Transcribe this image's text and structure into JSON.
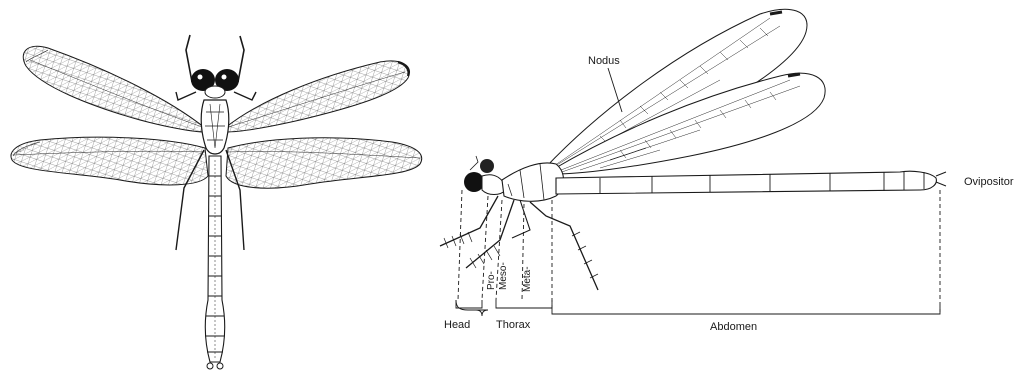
{
  "labels": {
    "nodus": "Nodus",
    "ovipositor": "Ovipositor",
    "head": "Head",
    "pro": "Pro-",
    "meso": "Meso-",
    "meta": "Meta-",
    "thorax": "Thorax",
    "abdomen": "Abdomen"
  }
}
